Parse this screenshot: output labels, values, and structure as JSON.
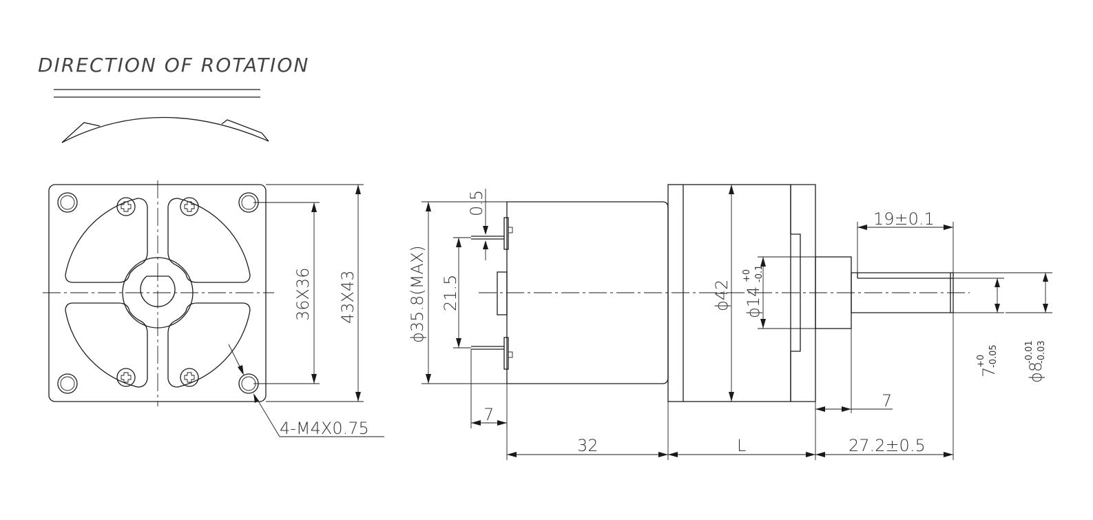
{
  "title": "DIRECTION OF ROTATION",
  "front_view": {
    "dim_bolt_square": "36X36",
    "dim_outer_square": "43X43",
    "dim_thread": "4-M4X0.75"
  },
  "side_view": {
    "dim_terminal": "0.5",
    "dim_terminal_span": "21.5",
    "dim_motor_diameter": "ϕ35.8(MAX)",
    "dim_terminal_offset": "7",
    "dim_motor_length": "32",
    "dim_gearbox_length": "L",
    "dim_gearbox_diameter": "ϕ42",
    "dim_boss_diameter_base": "ϕ14",
    "dim_boss_diameter_tol_upper": "+0",
    "dim_boss_diameter_tol_lower": "-0.1",
    "dim_flat_length": "19±0.1",
    "dim_boss_length": "7",
    "dim_shaft_length": "27.2±0.5",
    "dim_flat_base": "7",
    "dim_flat_tol_upper": "+0",
    "dim_flat_tol_lower": "-0.05",
    "dim_shaft_diameter_base": "ϕ8",
    "dim_shaft_tol_upper": "-0.01",
    "dim_shaft_tol_lower": "-0.03"
  }
}
